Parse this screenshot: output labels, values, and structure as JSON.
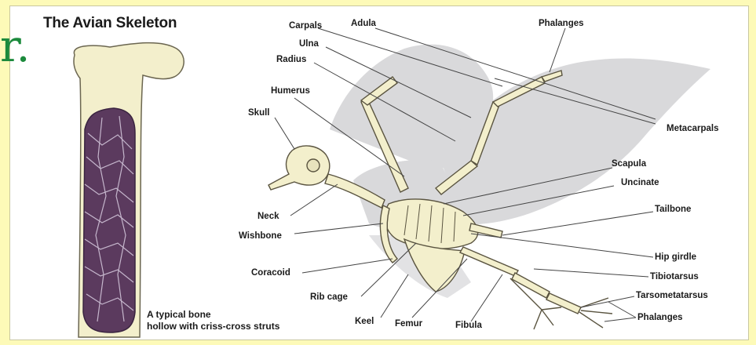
{
  "title": "The Avian Skeleton",
  "handwriting": "r.",
  "caption": {
    "line1": "A typical bone",
    "line2": "hollow with criss-cross struts"
  },
  "labels": {
    "carpals": "Carpals",
    "adula": "Adula",
    "phalanges_top": "Phalanges",
    "ulna": "Ulna",
    "radius": "Radius",
    "humerus": "Humerus",
    "skull": "Skull",
    "metacarpals": "Metacarpals",
    "scapula": "Scapula",
    "uncinate": "Uncinate",
    "neck": "Neck",
    "tailbone": "Tailbone",
    "wishbone": "Wishbone",
    "coracoid": "Coracoid",
    "hip_girdle": "Hip girdle",
    "tibiotarsus": "Tibiotarsus",
    "rib_cage": "Rib cage",
    "tarsometatarsus": "Tarsometatarsus",
    "keel": "Keel",
    "femur": "Femur",
    "fibula": "Fibula",
    "phalanges_bottom": "Phalanges"
  },
  "colors": {
    "page_background": "#fdfab8",
    "bone": "#f3efcc",
    "marrow": "#5b3a5e",
    "wing_shadow": "#d7d7d9",
    "handwriting": "#1c8a3c"
  }
}
